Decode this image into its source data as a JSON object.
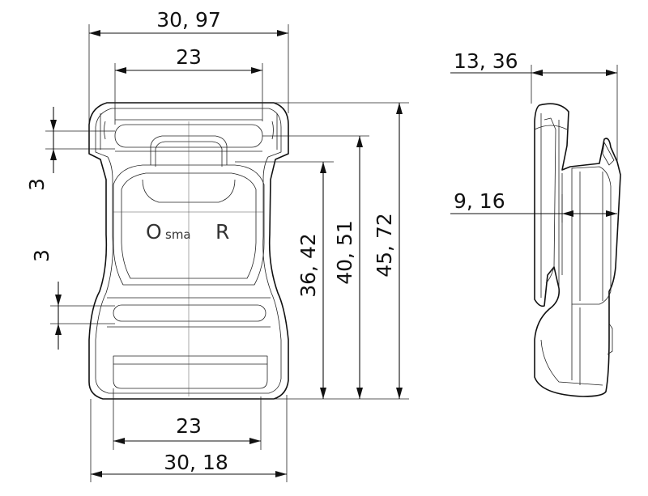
{
  "dimensions": {
    "top_overall_width": "30, 97",
    "top_slot_width": "23",
    "upper_bar_thickness": "3",
    "lower_bar_thickness": "3",
    "height_inner": "36, 42",
    "height_mid": "40, 51",
    "height_overall": "45, 72",
    "bottom_slot_width": "23",
    "bottom_overall_width": "30, 18",
    "side_overall_depth": "13, 36",
    "side_body_depth": "9, 16"
  },
  "logo": {
    "first": "O",
    "middle": "sma",
    "last": "R"
  }
}
